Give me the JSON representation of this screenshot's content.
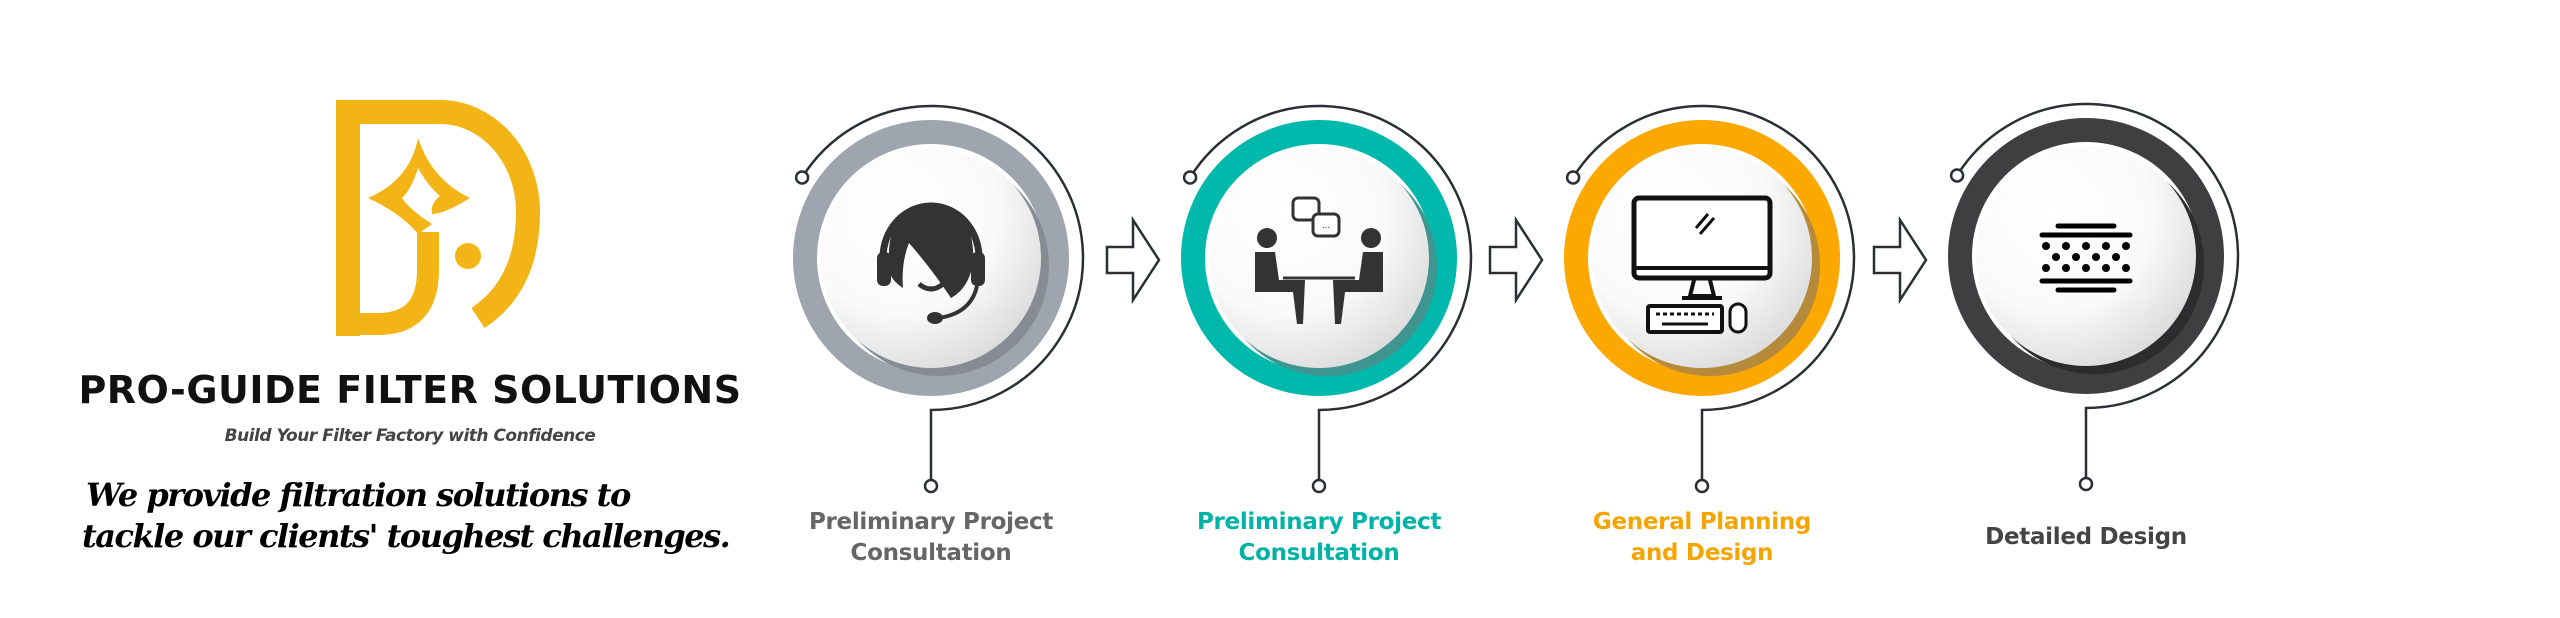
{
  "brand": {
    "name": "PRO-GUIDE FILTER SOLUTIONS",
    "tagline": "Build Your Filter Factory with Confidence",
    "slogan_line1": "We provide filtration solutions to",
    "slogan_line2": "tackle our clients' toughest challenges.",
    "logo_color": "#f2b515"
  },
  "steps": [
    {
      "line1": "Preliminary Project",
      "line2": "Consultation",
      "ring_color": "#9ea5af",
      "shade_color": "#878c94",
      "label_color": "#666666",
      "icon": "headset-icon"
    },
    {
      "line1": "Preliminary Project",
      "line2": "Consultation",
      "ring_color": "#00b9ac",
      "shade_color": "#3f958f",
      "label_color": "#00b3a6",
      "icon": "meeting-icon"
    },
    {
      "line1": "General Planning",
      "line2": "and Design",
      "ring_color": "#fca800",
      "shade_color": "#b58a3a",
      "label_color": "#f5a500",
      "icon": "computer-icon"
    },
    {
      "line1": "Detailed Design",
      "line2": "",
      "ring_color": "#3f3f41",
      "shade_color": "#2c2c2e",
      "label_color": "#444444",
      "icon": "filter-media-icon"
    }
  ],
  "arrows": [
    "arrow-right-icon",
    "arrow-right-icon",
    "arrow-right-icon"
  ]
}
